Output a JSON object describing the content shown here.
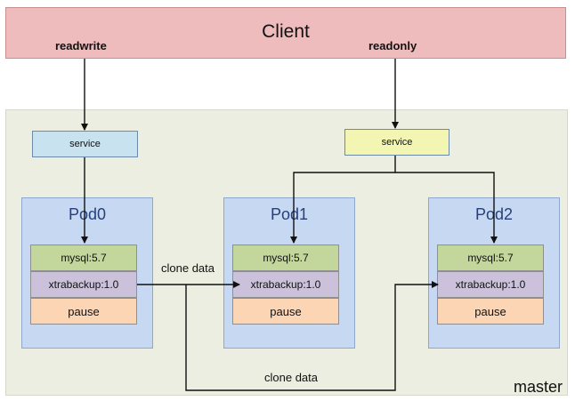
{
  "client": {
    "title": "Client",
    "readwrite_label": "readwrite",
    "readonly_label": "readonly"
  },
  "master": {
    "label": "master"
  },
  "services": {
    "readwrite": "service",
    "readonly": "service"
  },
  "pods": [
    {
      "name": "Pod0",
      "layers": [
        "mysql:5.7",
        "xtrabackup:1.0",
        "pause"
      ]
    },
    {
      "name": "Pod1",
      "layers": [
        "mysql:5.7",
        "xtrabackup:1.0",
        "pause"
      ]
    },
    {
      "name": "Pod2",
      "layers": [
        "mysql:5.7",
        "xtrabackup:1.0",
        "pause"
      ]
    }
  ],
  "edges": {
    "clone_data_upper": "clone data",
    "clone_data_lower": "clone data"
  },
  "colors": {
    "client": "#eebcbc",
    "master": "#ebeee0",
    "pod": "#c7d9f2",
    "mysql": "#c3d69b",
    "xtrabackup": "#ccc1da",
    "pause": "#fcd5b5",
    "service_rw": "#c8e2ef",
    "service_ro": "#f3f6b2"
  }
}
